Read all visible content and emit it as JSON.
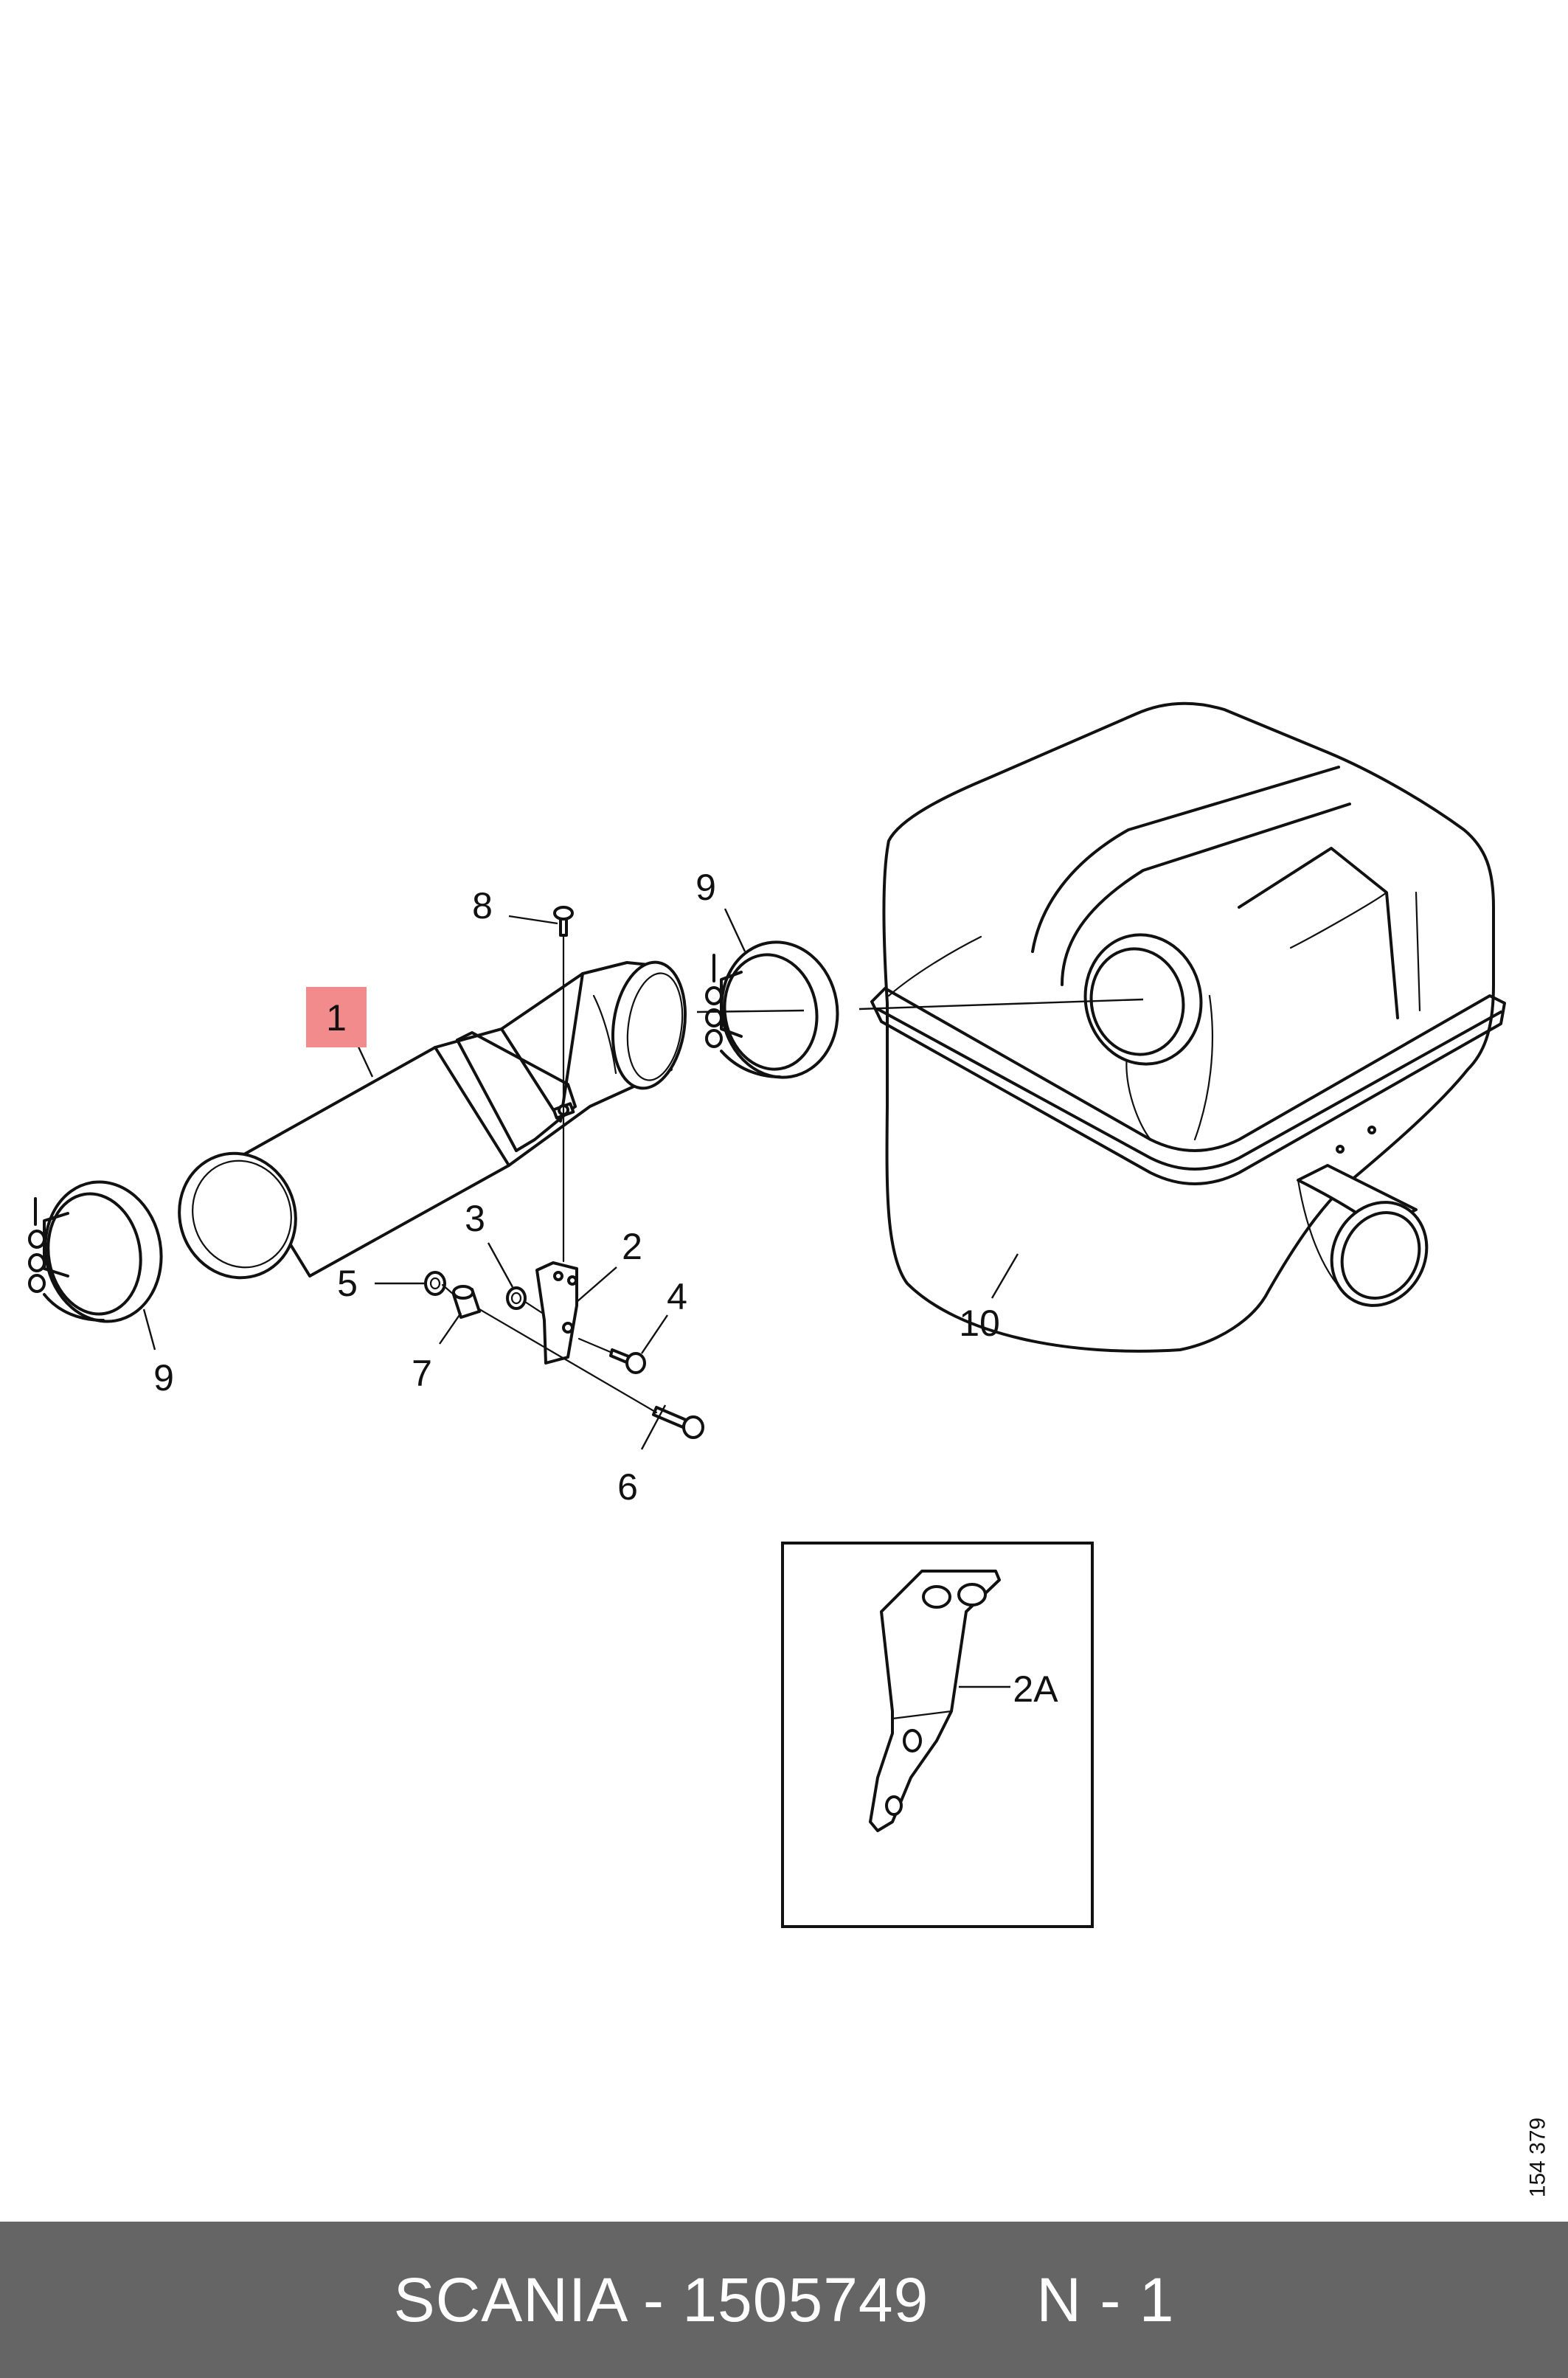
{
  "callouts": {
    "c1": "1",
    "c2": "2",
    "c3": "3",
    "c4": "4",
    "c5": "5",
    "c6": "6",
    "c7": "7",
    "c8": "8",
    "c9_left": "9",
    "c9_right": "9",
    "c10": "10",
    "c2a": "2A"
  },
  "highlight_color": "#f28b8b",
  "drawing_ref": "154 379",
  "footer": {
    "brand": "SCANIA",
    "separator": " - ",
    "part_number": "1505749",
    "qty_label": "N - 1"
  },
  "footer_color": "#656565"
}
